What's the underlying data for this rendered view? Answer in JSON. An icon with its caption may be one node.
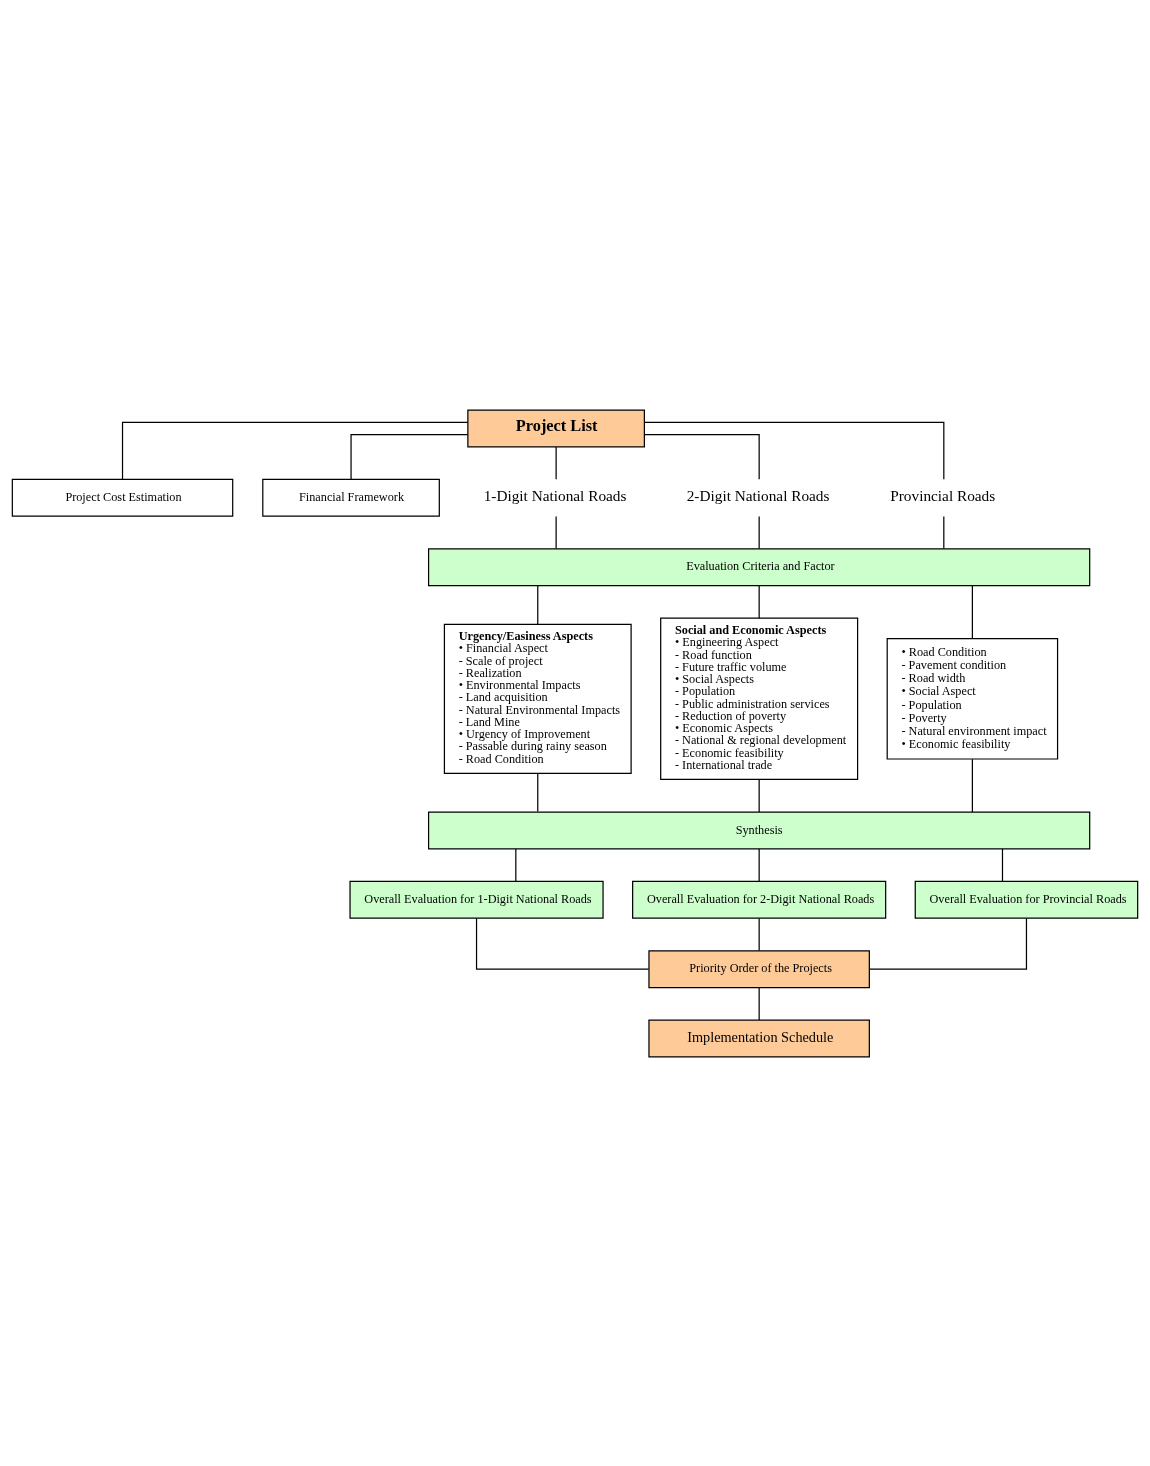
{
  "diagram": {
    "nodes": [
      {
        "text": [
          "Project List"
        ]
      },
      {
        "text": [
          "Project Cost Estimation"
        ]
      },
      {
        "text": [
          "Financial Framework"
        ]
      },
      {
        "text": [
          "1-Digit National Roads"
        ]
      },
      {
        "text": [
          "2-Digit National Roads"
        ]
      },
      {
        "text": [
          "Provincial Roads"
        ]
      },
      {
        "text": [
          "Evaluation Criteria and Factor"
        ]
      },
      {
        "text": [
          "Urgency/Easiness Aspects",
          "• Financial Aspect",
          "- Scale of project",
          "- Realization",
          "• Environmental Impacts",
          "- Land acquisition",
          "- Natural Environmental Impacts",
          "- Land Mine",
          "• Urgency of Improvement",
          "- Passable during rainy season",
          "- Road Condition"
        ]
      },
      {
        "text": [
          "Social and Economic Aspects",
          "• Engineering Aspect",
          "- Road function",
          "- Future traffic volume",
          "• Social Aspects",
          "- Population",
          "- Public administration services",
          "- Reduction of poverty",
          "• Economic Aspects",
          "- National & regional development",
          "- Economic feasibility",
          "- International trade"
        ]
      },
      {
        "text": [
          "• Road Condition",
          "- Pavement condition",
          "- Road width",
          "• Social Aspect",
          "- Population",
          "- Poverty",
          "- Natural environment impact",
          "• Economic feasibility"
        ]
      },
      {
        "text": [
          "Synthesis"
        ]
      },
      {
        "text": [
          "Overall Evaluation for 1-Digit National Roads"
        ]
      },
      {
        "text": [
          "Overall Evaluation for 2-Digit National Roads"
        ]
      },
      {
        "text": [
          "Overall Evaluation for Provincial Roads"
        ]
      },
      {
        "text": [
          "Priority Order of the Projects"
        ]
      },
      {
        "text": [
          "Implementation Schedule"
        ]
      }
    ],
    "edges": [
      {
        "from": 0,
        "to": 1,
        "arrow": "none"
      },
      {
        "from": 0,
        "to": 2,
        "arrow": "none"
      },
      {
        "from": 0,
        "to": 3,
        "arrow": "none"
      },
      {
        "from": 0,
        "to": 4,
        "arrow": "none"
      },
      {
        "from": 0,
        "to": 5,
        "arrow": "none"
      },
      {
        "from": 3,
        "to": 6,
        "arrow": "none"
      },
      {
        "from": 4,
        "to": 6,
        "arrow": "none"
      },
      {
        "from": 5,
        "to": 6,
        "arrow": "none"
      },
      {
        "from": 6,
        "to": 7,
        "arrow": "none"
      },
      {
        "from": 6,
        "to": 8,
        "arrow": "none"
      },
      {
        "from": 6,
        "to": 9,
        "arrow": "none"
      },
      {
        "from": 7,
        "to": 10,
        "arrow": "none"
      },
      {
        "from": 8,
        "to": 10,
        "arrow": "none"
      },
      {
        "from": 9,
        "to": 10,
        "arrow": "none"
      },
      {
        "from": 10,
        "to": 11,
        "arrow": "none"
      },
      {
        "from": 10,
        "to": 12,
        "arrow": "none"
      },
      {
        "from": 10,
        "to": 13,
        "arrow": "none"
      },
      {
        "from": 11,
        "to": 14,
        "arrow": "none"
      },
      {
        "from": 12,
        "to": 14,
        "arrow": "none"
      },
      {
        "from": 13,
        "to": 14,
        "arrow": "none"
      },
      {
        "from": 14,
        "to": 15,
        "arrow": "none"
      }
    ]
  }
}
